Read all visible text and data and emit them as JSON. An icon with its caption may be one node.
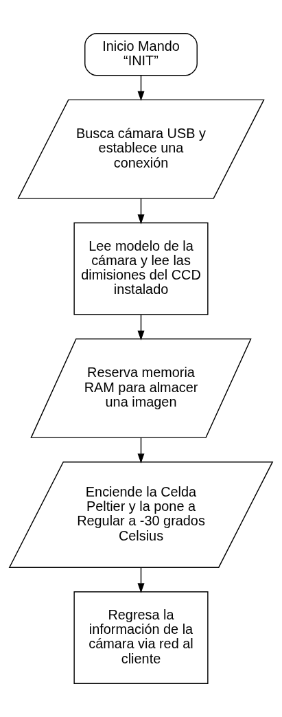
{
  "diagram": {
    "nodes": [
      {
        "text": [
          "Inicio Mando “INIT”"
        ]
      },
      {
        "text": [
          "Busca cámara USB y establece una conexión"
        ]
      },
      {
        "text": [
          "Lee modelo de la cámara y lee las dimisiones del CCD instalado"
        ]
      },
      {
        "text": [
          "Reserva memoria RAM para almacer una imagen"
        ]
      },
      {
        "text": [
          "Enciende la Celda Peltier y la pone a Regular a -30 grados Celsius"
        ]
      },
      {
        "text": [
          "Regresa la información de la cámara via red al cliente"
        ]
      }
    ],
    "edges": [
      {
        "from": 0,
        "to": 1,
        "arrow": "to"
      },
      {
        "from": 1,
        "to": 2,
        "arrow": "to"
      },
      {
        "from": 2,
        "to": 3,
        "arrow": "to"
      },
      {
        "from": 3,
        "to": 4,
        "arrow": "to"
      },
      {
        "from": 4,
        "to": 5,
        "arrow": "to"
      }
    ]
  }
}
